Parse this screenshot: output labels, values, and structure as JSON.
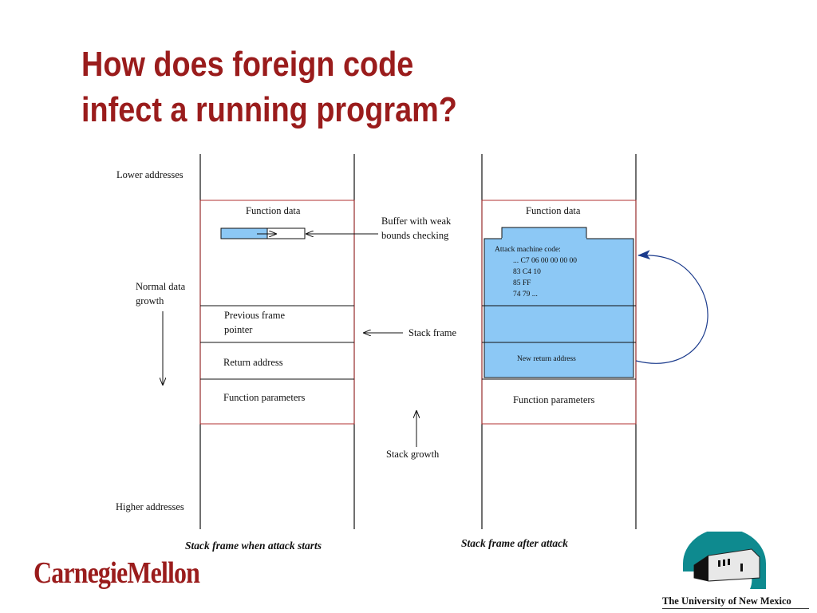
{
  "slide": {
    "title_line1": "How does foreign code",
    "title_line2": "infect a running program?"
  },
  "diagram": {
    "lower_addresses": "Lower addresses",
    "higher_addresses": "Higher addresses",
    "normal_growth_line1": "Normal data",
    "normal_growth_line2": "growth",
    "stack_growth": "Stack growth",
    "buffer_label_line1": "Buffer with weak",
    "buffer_label_line2": "bounds checking",
    "stack_frame": "Stack frame",
    "before": {
      "function_data": "Function data",
      "prev_frame_line1": "Previous frame",
      "prev_frame_line2": "pointer",
      "return_address": "Return address",
      "function_parameters": "Function parameters",
      "caption": "Stack frame when attack starts"
    },
    "after": {
      "function_data": "Function data",
      "attack_title": "Attack machine code:",
      "code_lines": [
        "... C7 06 00 00 00 00",
        "83 C4 10",
        "85 FF",
        "74 79 ..."
      ],
      "new_return_address": "New return address",
      "function_parameters": "Function parameters",
      "caption": "Stack frame after attack"
    }
  },
  "footer": {
    "cmu_logo": "CarnegieMellon",
    "unm_name": "The University of New Mexico"
  },
  "colors": {
    "title": "#9a1c1c",
    "frame_border": "#b03030",
    "buffer_fill": "#8cc8f5",
    "loop_arrow": "#1a3a8c",
    "unm_teal": "#0e8a8f"
  }
}
